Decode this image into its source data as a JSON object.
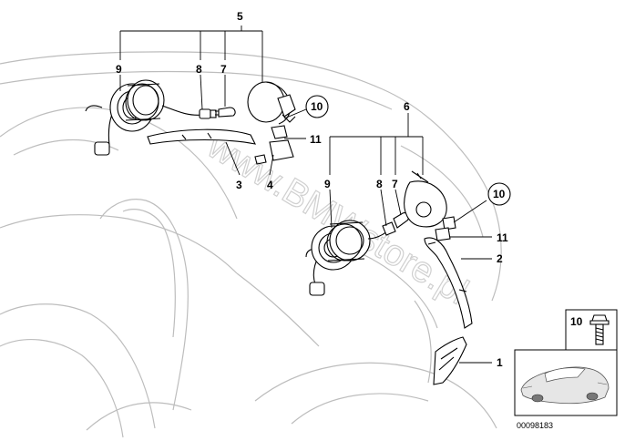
{
  "callouts": {
    "c5": "5",
    "c9a": "9",
    "c8a": "8",
    "c7a": "7",
    "c10a": "10",
    "c11a": "11",
    "c3": "3",
    "c4": "4",
    "c6": "6",
    "c9b": "9",
    "c8b": "8",
    "c7b": "7",
    "c10b": "10",
    "c11b": "11",
    "c2": "2",
    "c1": "1",
    "c10c": "10"
  },
  "watermark": "www.BMWstore.pl",
  "document_number": "00098183"
}
